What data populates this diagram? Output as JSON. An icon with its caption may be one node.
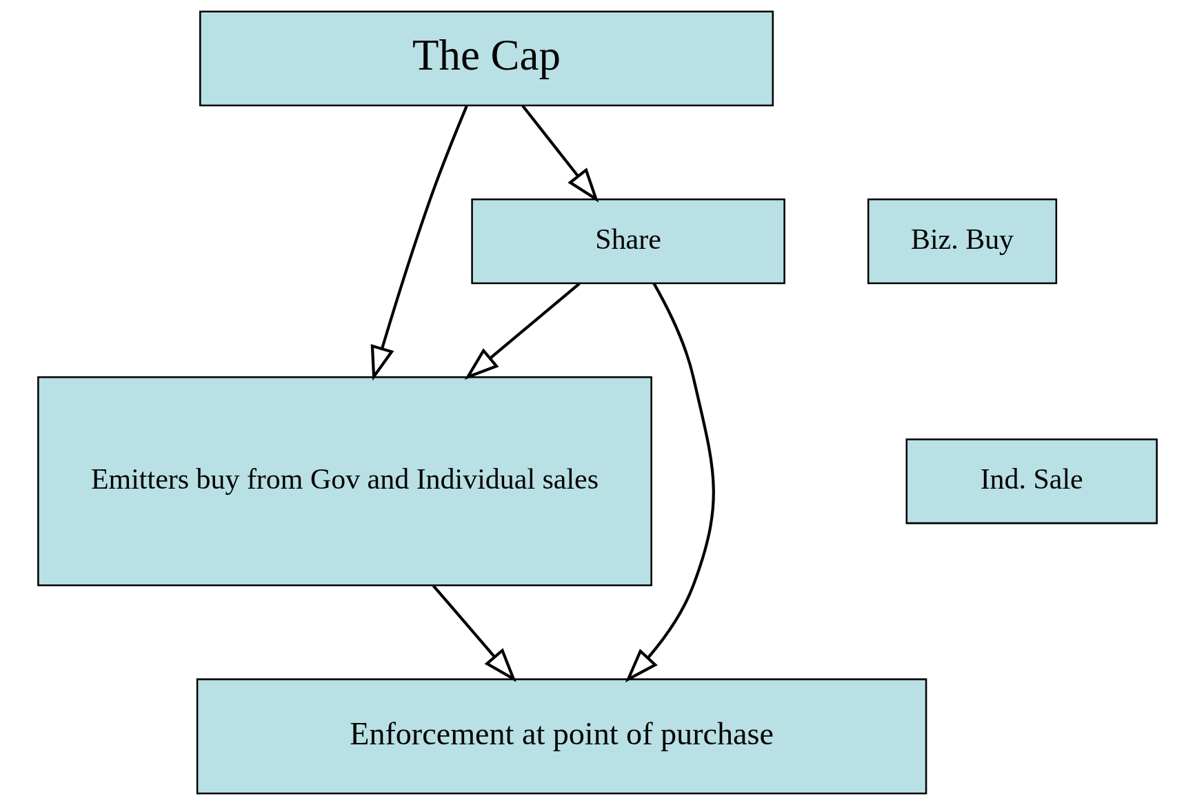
{
  "diagram": {
    "nodes": [
      {
        "text": [
          "The Cap"
        ]
      },
      {
        "text": [
          "Share"
        ]
      },
      {
        "text": [
          "Biz. Buy"
        ]
      },
      {
        "text": [
          "Ind. Sale"
        ]
      },
      {
        "text": [
          "Emitters buy from Gov and Individual sales"
        ]
      },
      {
        "text": [
          "Enforcement at point of purchase"
        ]
      }
    ],
    "edges": [
      {
        "from": 0,
        "to": 1,
        "arrow": "to"
      },
      {
        "from": 0,
        "to": 4,
        "arrow": "to"
      },
      {
        "from": 1,
        "to": 4,
        "arrow": "to"
      },
      {
        "from": 1,
        "to": 5,
        "arrow": "to"
      },
      {
        "from": 4,
        "to": 5,
        "arrow": "to"
      }
    ]
  }
}
